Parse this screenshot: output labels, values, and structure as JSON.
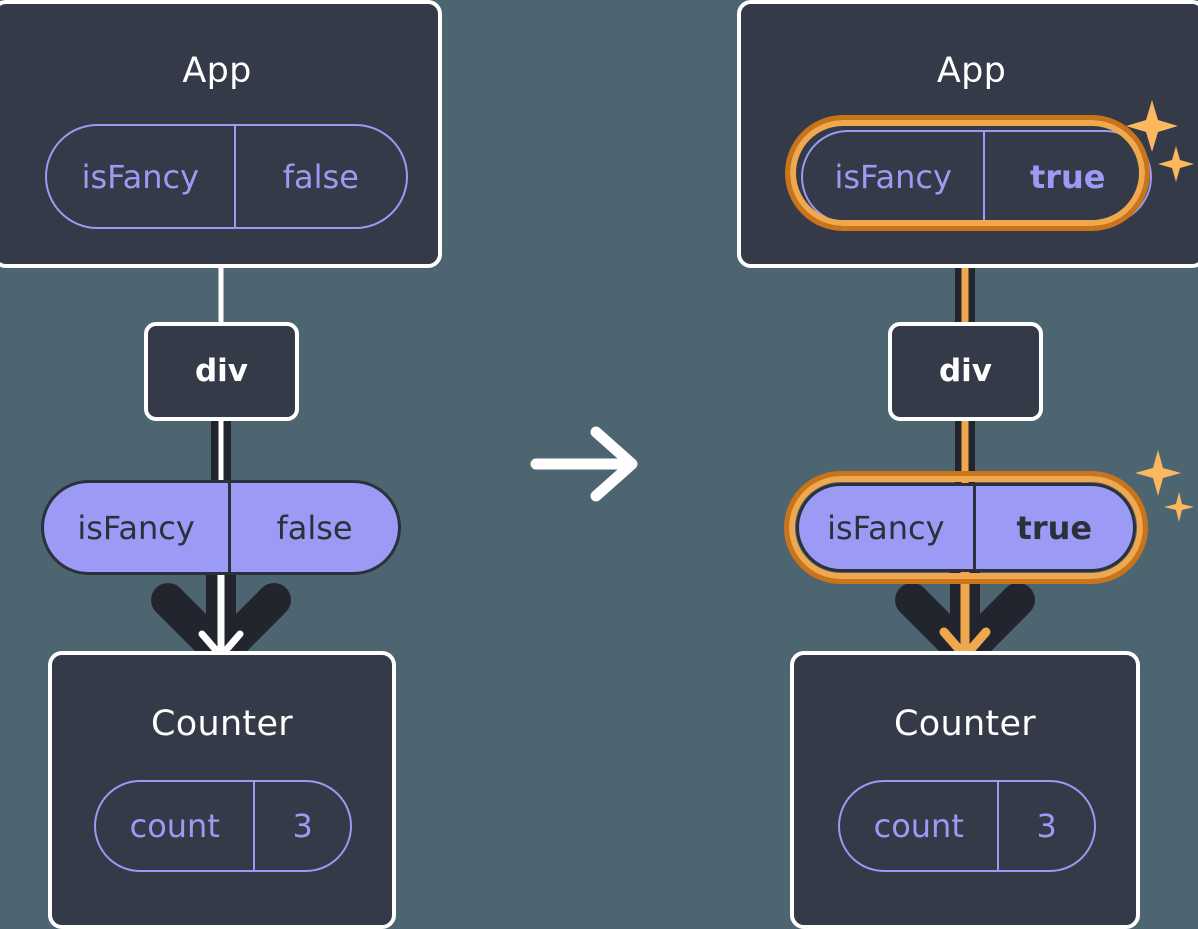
{
  "diagram": {
    "title_hidden": "React state propagation: isFancy false to true",
    "background_color": "#4d6570",
    "box_fill_color": "#343a47",
    "box_border_color": "#ffffff",
    "pill_purple_color": "#9b9bf5",
    "pill_text_dark_color": "#2b303b",
    "highlight_inner_color": "#f0a84f",
    "highlight_outer_color": "#c9731a",
    "edge_dark_color": "#22252e",
    "edge_light_color": "#ffffff"
  },
  "transition": {
    "icon": "arrow-right-icon",
    "color": "#ffffff"
  },
  "before": {
    "app": {
      "title": "App",
      "prop": {
        "name": "isFancy",
        "value": "false",
        "style": "ghost",
        "highlighted": false
      }
    },
    "div": {
      "label": "div"
    },
    "passed_prop": {
      "name": "isFancy",
      "value": "false",
      "style": "filled",
      "highlighted": false
    },
    "counter": {
      "title": "Counter",
      "state": {
        "name": "count",
        "value": "3",
        "style": "ghost",
        "highlighted": false
      }
    },
    "edges": {
      "app_to_div": {
        "color": "#ffffff",
        "style": "thin"
      },
      "div_to_prop": {
        "color": "#22252e",
        "style": "thick-with-white-core"
      },
      "prop_to_counter": {
        "color": "#22252e",
        "arrow_core_color": "#ffffff"
      }
    }
  },
  "after": {
    "app": {
      "title": "App",
      "prop": {
        "name": "isFancy",
        "value": "true",
        "style": "ghost",
        "highlighted": true,
        "value_bold": true
      }
    },
    "div": {
      "label": "div"
    },
    "passed_prop": {
      "name": "isFancy",
      "value": "true",
      "style": "filled",
      "highlighted": true,
      "value_bold": true
    },
    "counter": {
      "title": "Counter",
      "state": {
        "name": "count",
        "value": "3",
        "style": "ghost",
        "highlighted": false
      }
    },
    "edges": {
      "app_to_div": {
        "color": "#22252e",
        "core_color": "#f0a84f",
        "style": "thick-with-orange-core"
      },
      "div_to_prop": {
        "color": "#22252e",
        "core_color": "#f0a84f",
        "style": "thick-with-orange-core"
      },
      "prop_to_counter": {
        "color": "#22252e",
        "arrow_core_color": "#f0a84f"
      }
    },
    "sparkles": [
      {
        "near": "app-prop-pill",
        "count": 2
      },
      {
        "near": "passed-prop-pill",
        "count": 2
      }
    ]
  }
}
